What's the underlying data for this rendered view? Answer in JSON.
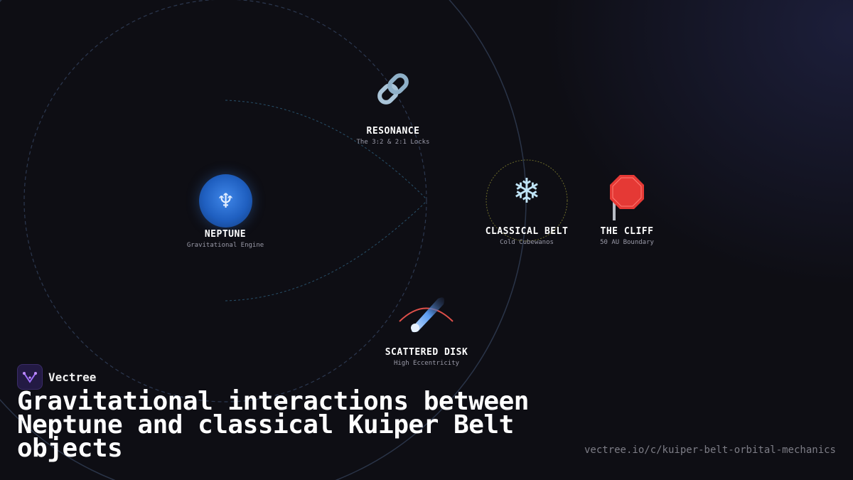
{
  "nodes": {
    "resonance": {
      "title": "RESONANCE",
      "subtitle": "The 3:2 & 2:1 Locks",
      "icon": "link-icon",
      "glyph": "🔗"
    },
    "neptune": {
      "title": "NEPTUNE",
      "subtitle": "Gravitational Engine",
      "icon": "neptune-symbol-icon",
      "glyph": "♆"
    },
    "classical_belt": {
      "title": "CLASSICAL BELT",
      "subtitle": "Cold Cubewanos",
      "icon": "snowflake-icon",
      "glyph": "❄"
    },
    "cliff": {
      "title": "THE CLIFF",
      "subtitle": "50 AU Boundary",
      "icon": "stop-sign-icon"
    },
    "scattered_disk": {
      "title": "SCATTERED DISK",
      "subtitle": "High Eccentricity",
      "icon": "comet-icon"
    }
  },
  "brand": {
    "name": "Vectree",
    "icon": "vectree-logo-icon"
  },
  "headline": "Gravitational interactions between Neptune and classical Kuiper Belt objects",
  "url": "vectree.io/c/kuiper-belt-orbital-mechanics",
  "colors": {
    "background": "#0e0e14",
    "neptune": "#2a6fd6",
    "scattered_arc": "#e0504a",
    "belt_ring": "#6b6a2a",
    "orbit_lines": "#2a3550",
    "stop_sign": "#e53935"
  }
}
